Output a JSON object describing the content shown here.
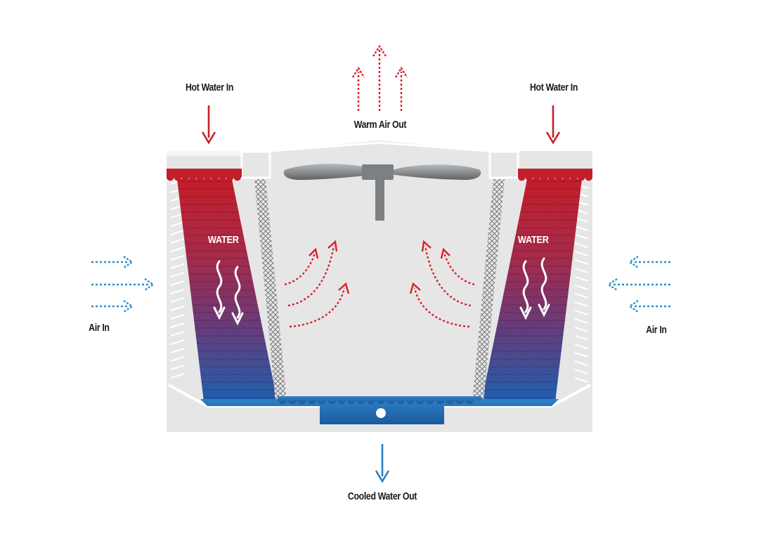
{
  "labels": {
    "hot_water_in_left": "Hot Water In",
    "hot_water_in_right": "Hot Water In",
    "warm_air_out": "Warm Air Out",
    "air_in_left": "Air In",
    "air_in_right": "Air In",
    "cooled_water_out": "Cooled Water Out",
    "water_left": "WATER",
    "water_right": "WATER"
  },
  "colors": {
    "hot_water": "#c8202a",
    "cooled_water": "#2a7fc0",
    "air_in": "#2a8fd0",
    "warm_air": "#d8202a",
    "housing": "#e6e6e7",
    "fan": "#8a8c8e"
  },
  "icons": [
    "fan-icon",
    "down-arrow-icon",
    "dotted-arrow-icon",
    "wavy-arrow-icon"
  ]
}
